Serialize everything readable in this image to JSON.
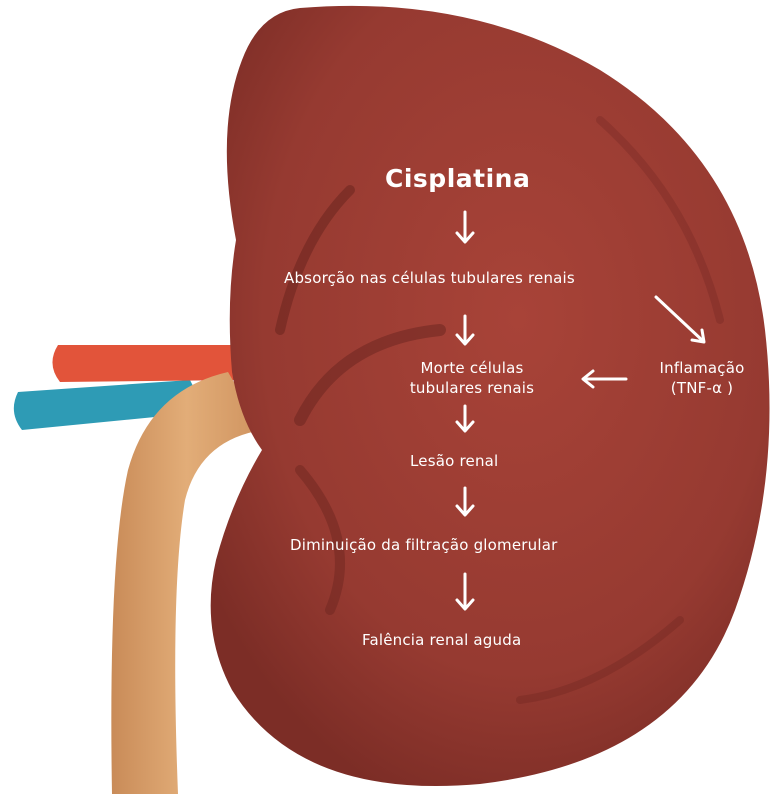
{
  "diagram": {
    "title": "Cisplatina",
    "steps": [
      "Absorção nas células tubulares renais",
      [
        "Morte células",
        "tubulares renais"
      ],
      "Lesão renal",
      "Diminuição da filtração glomerular",
      "Falência renal aguda"
    ],
    "side_node": [
      "Inflamação",
      "(TNF-α )"
    ]
  },
  "colors": {
    "kidney": "#9a3b32",
    "kidney_shadow": "#6e2620",
    "ureter": "#d9a06a",
    "artery": "#e2543a",
    "vein": "#2e9bb5",
    "text": "#ffffff"
  }
}
